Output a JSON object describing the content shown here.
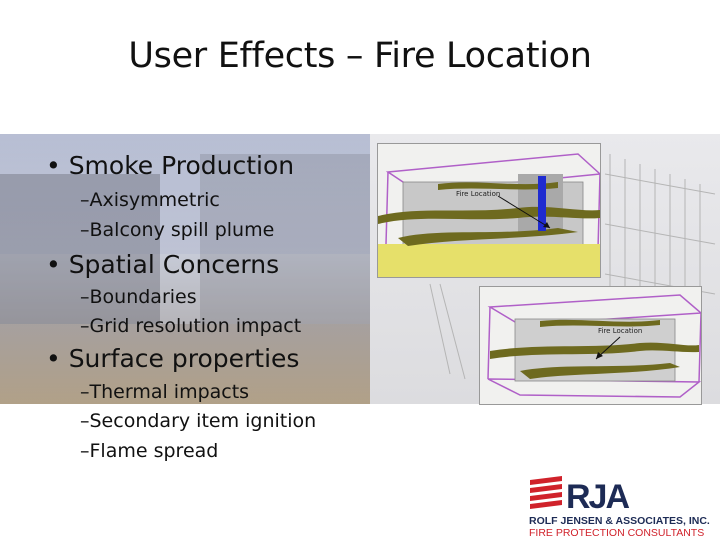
{
  "slide": {
    "title": "User Effects – Fire Location",
    "bullets": [
      {
        "label": "• Smoke Production",
        "subs": [
          "–Axisymmetric",
          "–Balcony spill plume"
        ]
      },
      {
        "label": "• Spatial Concerns",
        "subs": [
          "–Boundaries",
          "–Grid resolution impact"
        ]
      },
      {
        "label": "• Surface properties",
        "subs": [
          "–Thermal impacts",
          "–Secondary item ignition",
          "–Flame spread"
        ]
      }
    ],
    "figures": {
      "top_label": "Fire Location",
      "bottom_label": "Fire Location"
    },
    "logo": {
      "mark": "RJA",
      "company": "ROLF JENSEN & ASSOCIATES, INC.",
      "tagline": "FIRE PROTECTION CONSULTANTS",
      "red": "#d0222b",
      "navy": "#1d2b55"
    }
  }
}
